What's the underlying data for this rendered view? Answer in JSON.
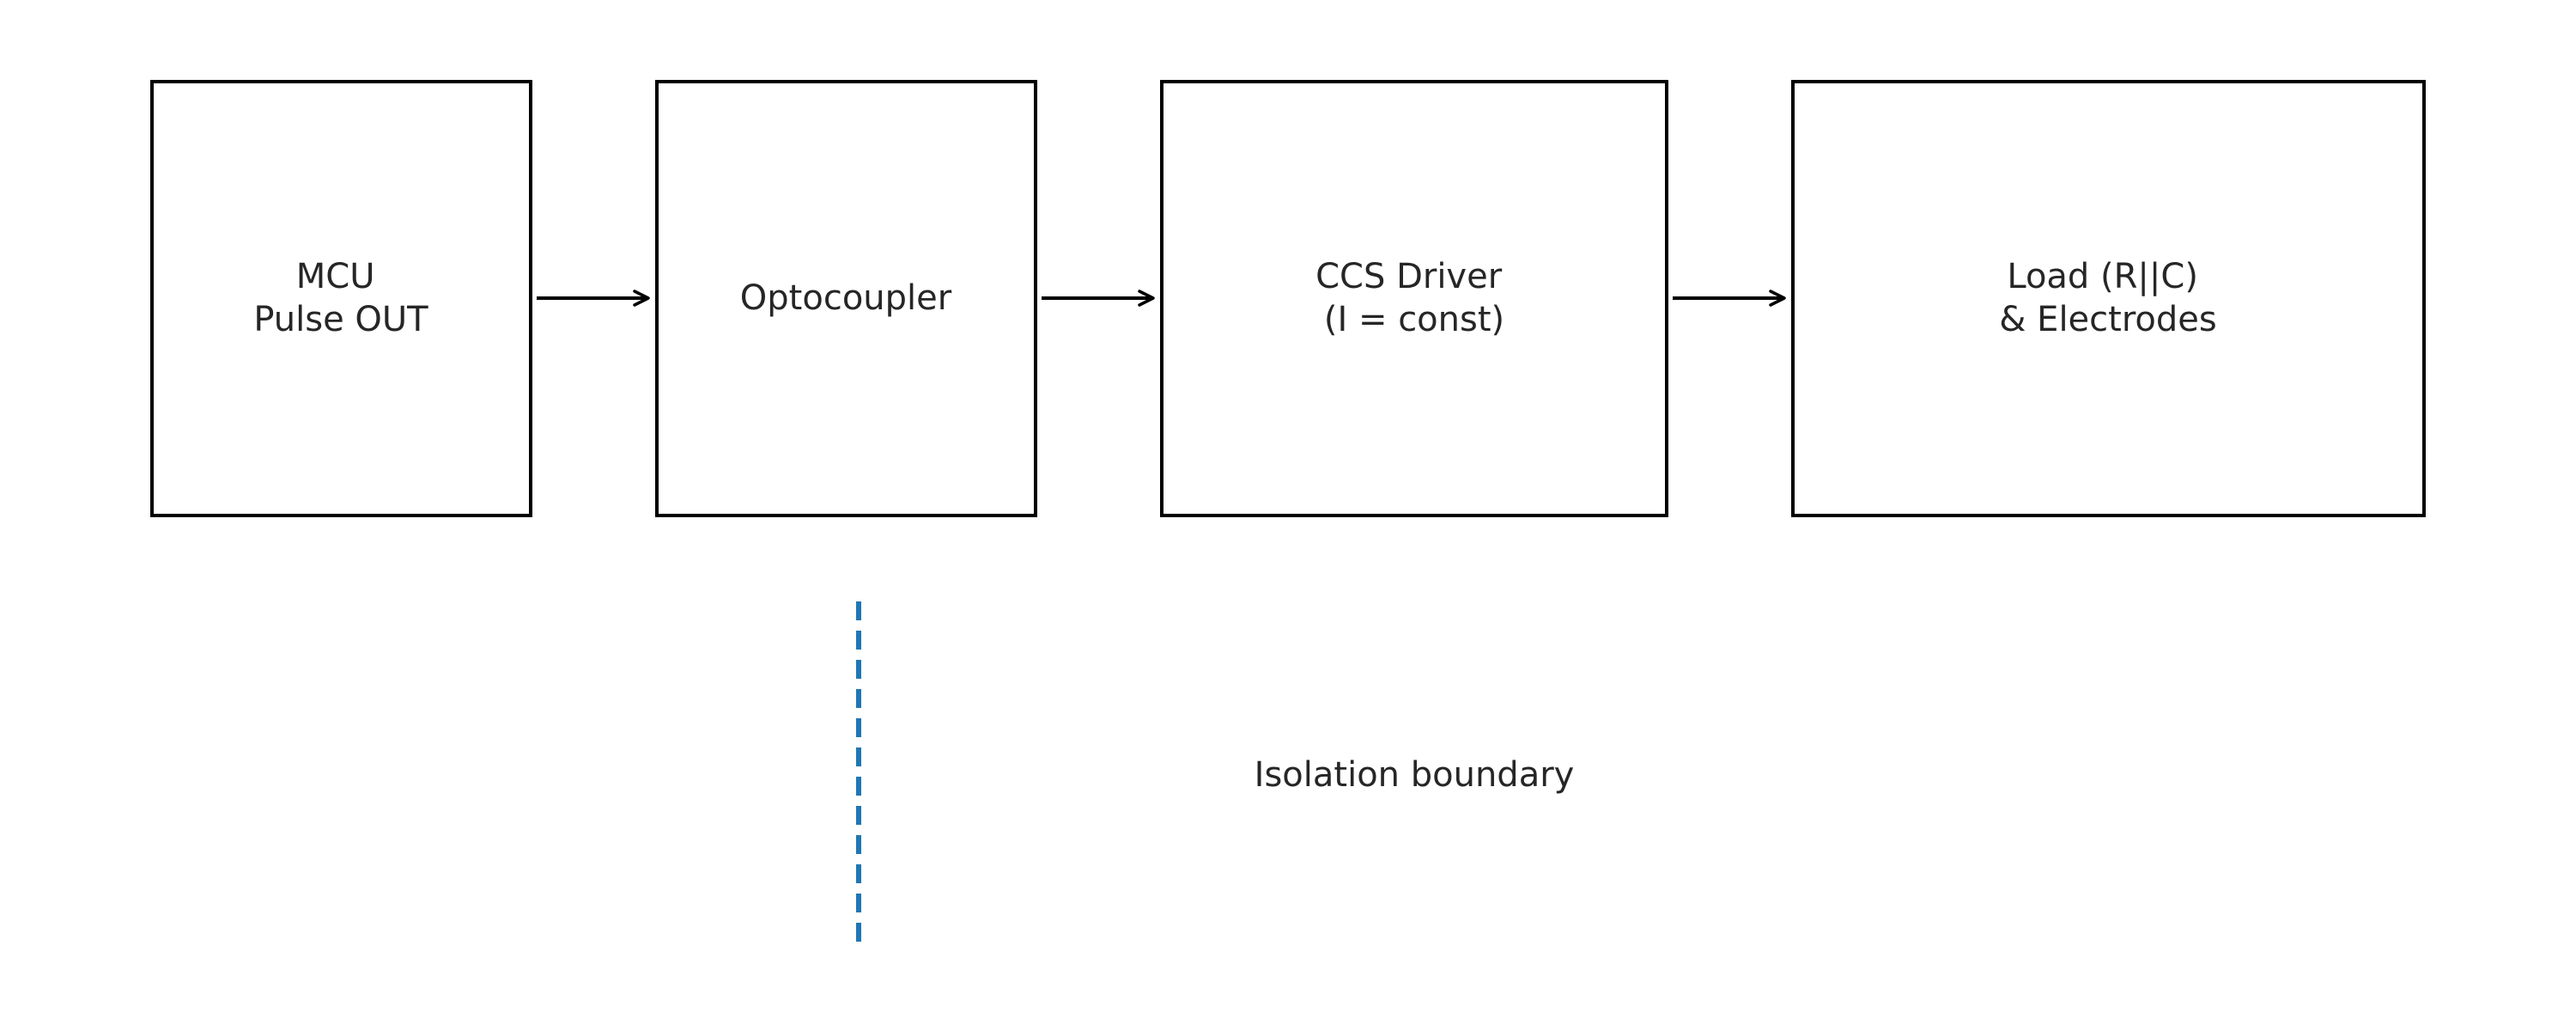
{
  "diagram": {
    "blocks": [
      {
        "id": "mcu",
        "lines": [
          "MCU",
          "Pulse OUT"
        ]
      },
      {
        "id": "optocoupler",
        "lines": [
          "Optocoupler"
        ]
      },
      {
        "id": "ccs-driver",
        "lines": [
          "CCS Driver",
          "(I = const)"
        ]
      },
      {
        "id": "load",
        "lines": [
          "Load (R||C)",
          "& Electrodes"
        ]
      }
    ],
    "connections": [
      {
        "from": "mcu",
        "to": "optocoupler"
      },
      {
        "from": "optocoupler",
        "to": "ccs-driver"
      },
      {
        "from": "ccs-driver",
        "to": "load"
      }
    ],
    "isolation": {
      "label": "Isolation boundary",
      "line_color": "#1f77b4",
      "line_style": "dashed"
    },
    "colors": {
      "block_border": "#000000",
      "text": "#262626",
      "arrow": "#000000"
    }
  }
}
